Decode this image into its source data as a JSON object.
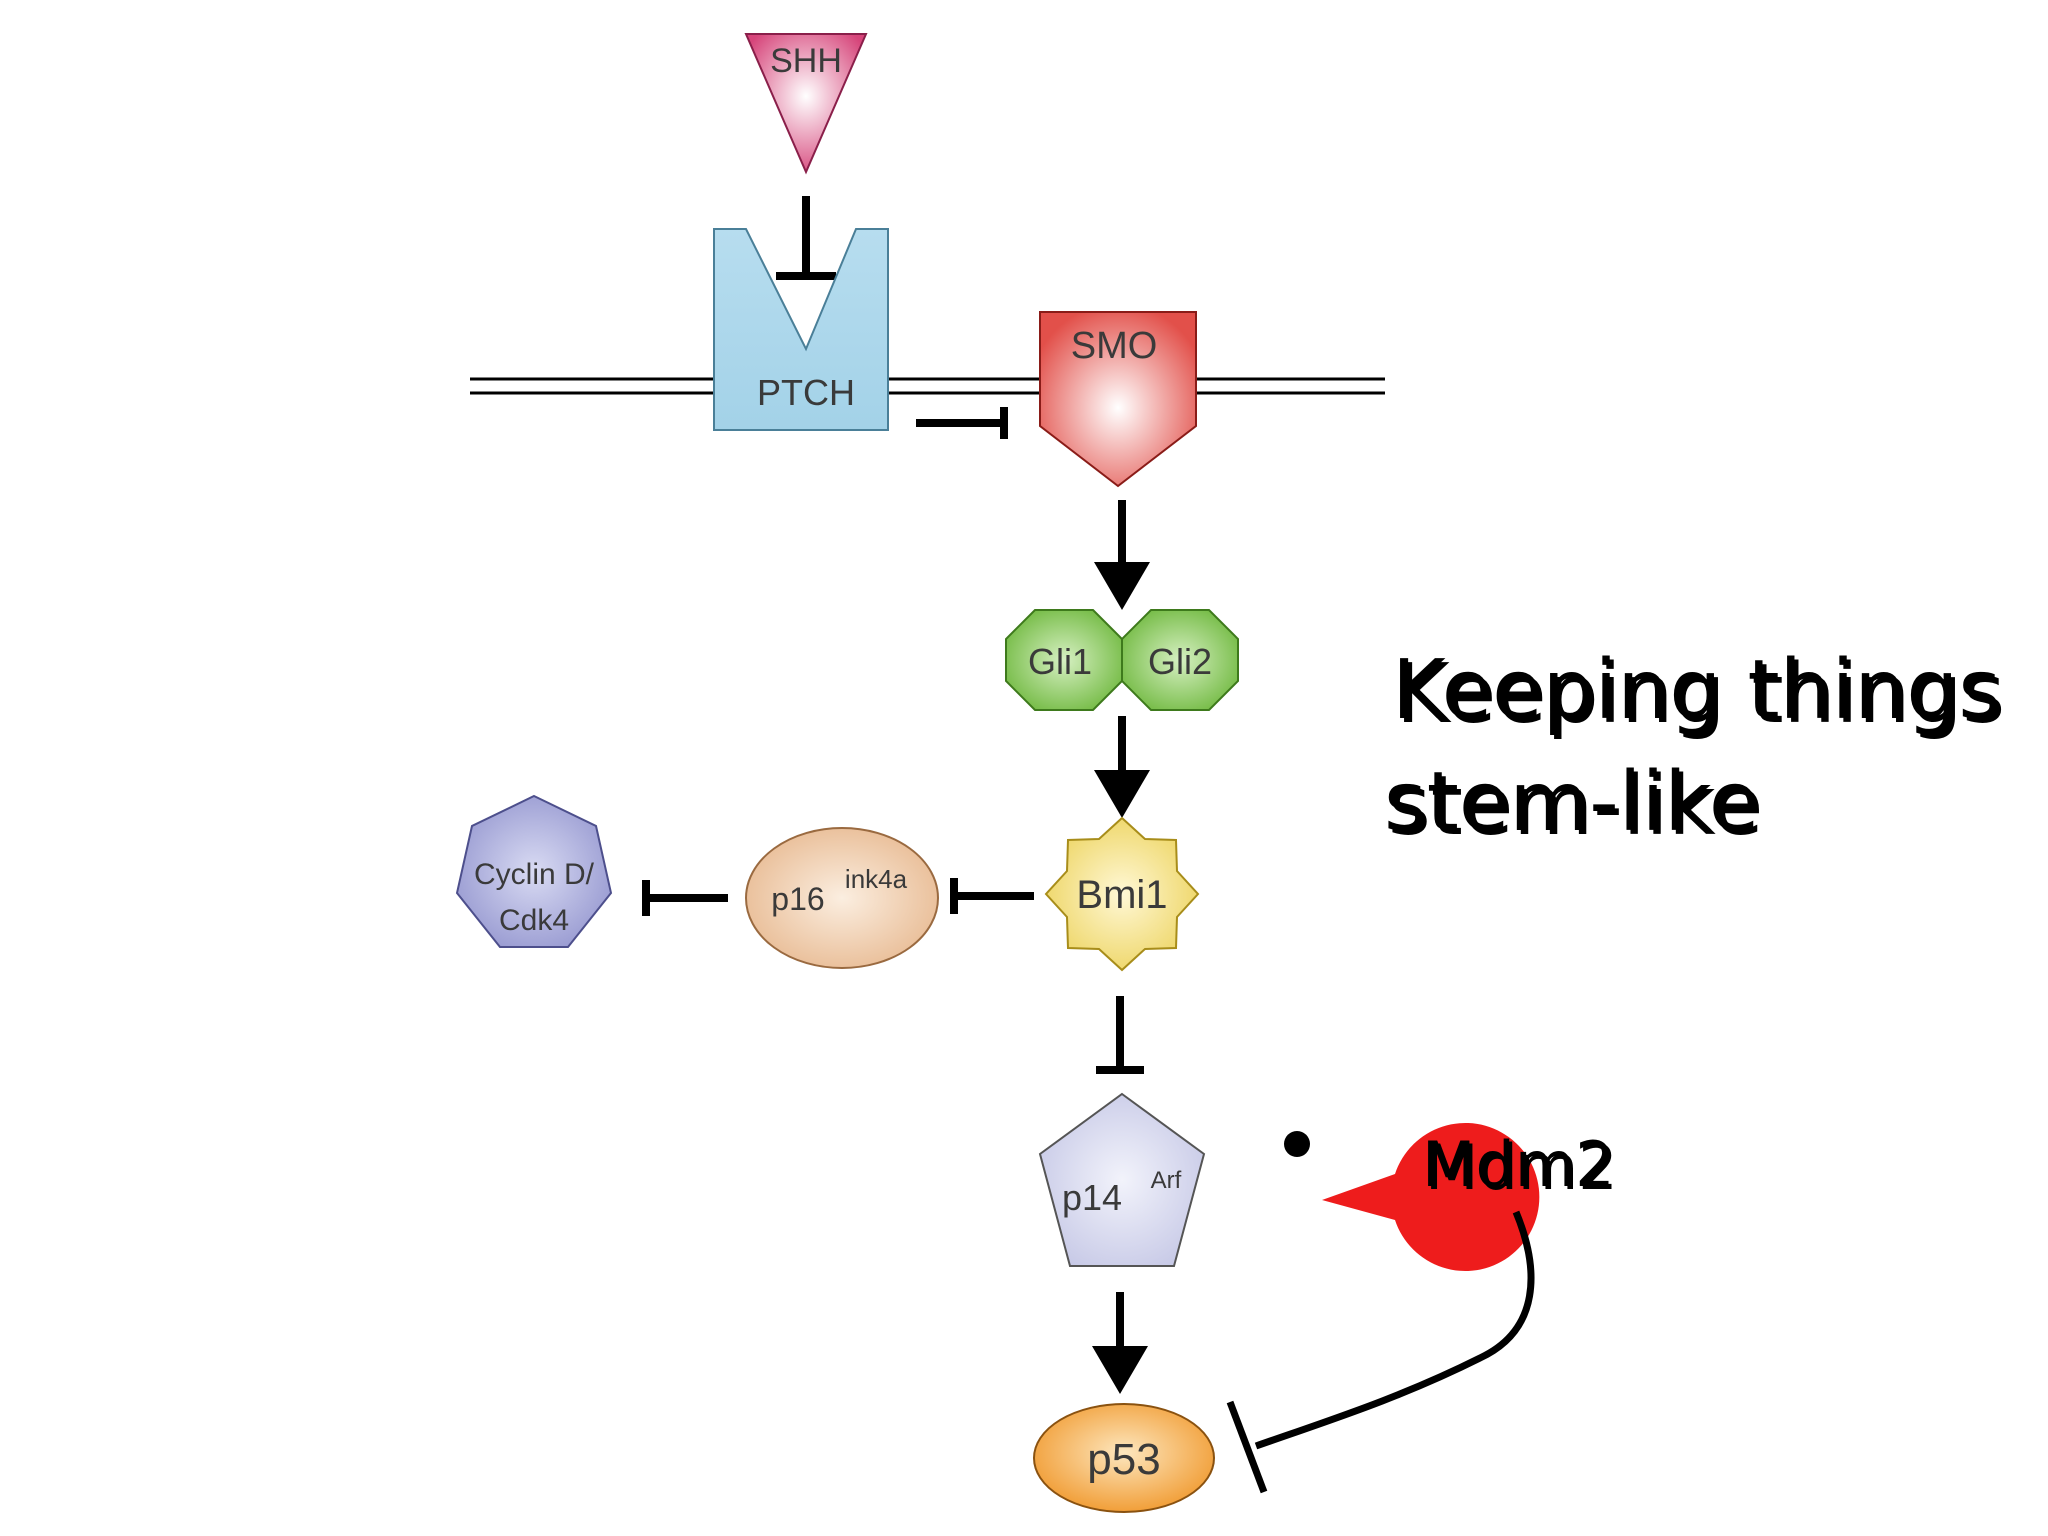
{
  "nodes": {
    "shh": "SHH",
    "ptch": "PTCH",
    "smo": "SMO",
    "gli1": "Gli1",
    "gli2": "Gli2",
    "bmi1": "Bmi1",
    "p16": "p16",
    "p16_sup": "ink4a",
    "cyclin_line1": "Cyclin D/",
    "cyclin_line2": "Cdk4",
    "p14": "p14",
    "p14_sup": "Arf",
    "p53": "p53"
  },
  "annotation": {
    "line1": "Keeping things",
    "line2": "stem-like",
    "mdm2": "Mdm2"
  },
  "icons": {
    "mdm2_icon": "pacman-icon"
  },
  "colors": {
    "shh": "#d6457a",
    "ptch": "#a9d6ea",
    "smo": "#e2504a",
    "gli": "#7cc04c",
    "bmi1": "#f2df7a",
    "p16": "#f0c7a2",
    "cyclin": "#a7a9da",
    "p14": "#d8daf0",
    "p53": "#f3a33c",
    "pacman": "#ee1c1c"
  }
}
